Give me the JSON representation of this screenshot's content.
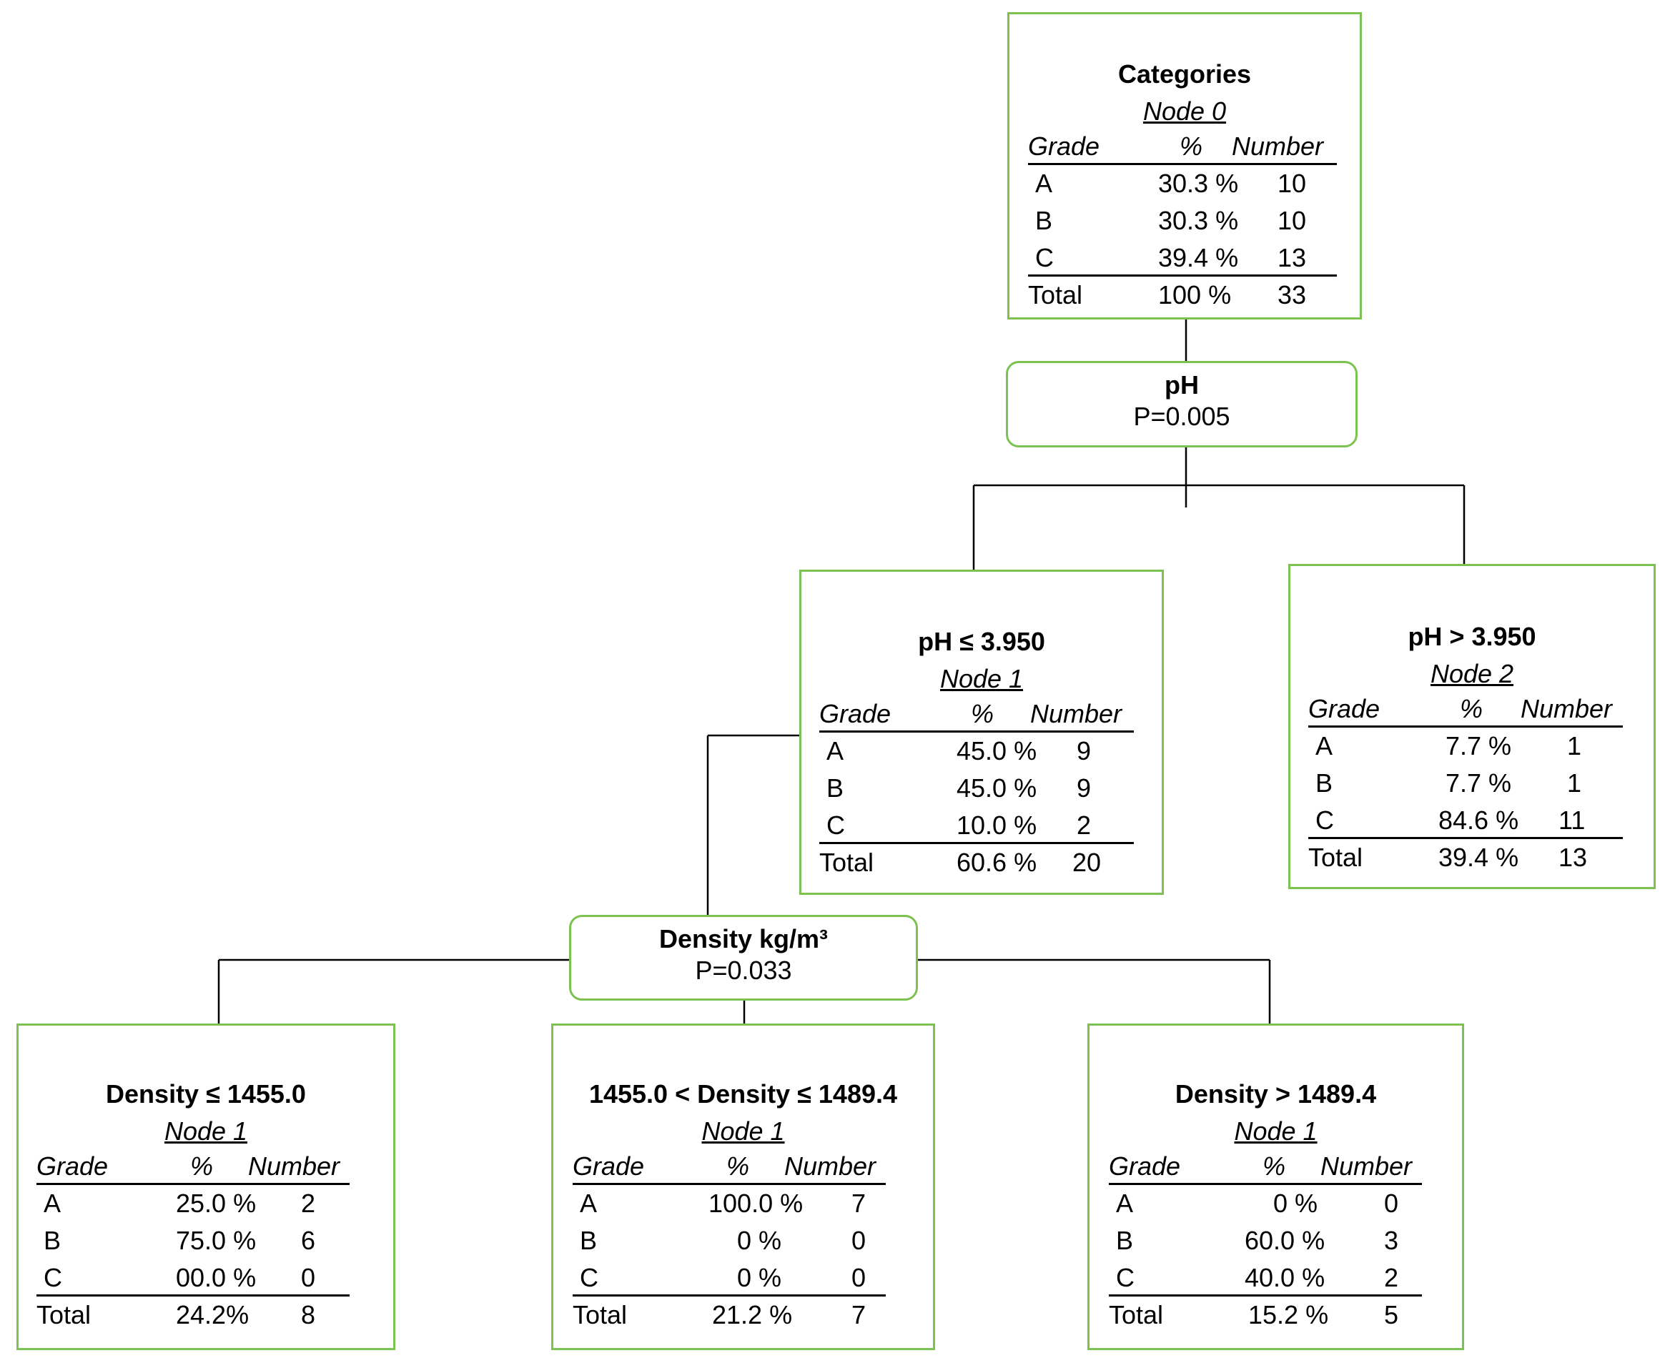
{
  "nodes": {
    "node0": {
      "title": "Categories",
      "label": "Node 0",
      "header": {
        "grade": "Grade",
        "pct": "%",
        "num": "Number"
      },
      "rows": [
        {
          "grade": "A",
          "pct": "30.3 %",
          "num": "10"
        },
        {
          "grade": "B",
          "pct": "30.3 %",
          "num": "10"
        },
        {
          "grade": "C",
          "pct": "39.4 %",
          "num": "13"
        }
      ],
      "total": {
        "grade": "Total",
        "pct": "100  %",
        "num": "33"
      }
    },
    "node1": {
      "title": "pH ≤ 3.950",
      "label": "Node 1",
      "header": {
        "grade": "Grade",
        "pct": "%",
        "num": "Number"
      },
      "rows": [
        {
          "grade": "A",
          "pct": "45.0 %",
          "num": "9"
        },
        {
          "grade": "B",
          "pct": "45.0 %",
          "num": "9"
        },
        {
          "grade": "C",
          "pct": "10.0 %",
          "num": "2"
        }
      ],
      "total": {
        "grade": "Total",
        "pct": "60.6 %",
        "num": "20"
      }
    },
    "node2": {
      "title": "pH > 3.950",
      "label": "Node 2",
      "header": {
        "grade": "Grade",
        "pct": "%",
        "num": "Number"
      },
      "rows": [
        {
          "grade": "A",
          "pct": "7.7 %",
          "num": "1"
        },
        {
          "grade": "B",
          "pct": "7.7 %",
          "num": "1"
        },
        {
          "grade": "C",
          "pct": "84.6 %",
          "num": "11"
        }
      ],
      "total": {
        "grade": "Total",
        "pct": "39.4 %",
        "num": "13"
      }
    },
    "node3": {
      "title": "Density ≤ 1455.0",
      "label": "Node 1",
      "header": {
        "grade": "Grade",
        "pct": "%",
        "num": "Number"
      },
      "rows": [
        {
          "grade": "A",
          "pct": "25.0 %",
          "num": "2"
        },
        {
          "grade": "B",
          "pct": "75.0 %",
          "num": "6"
        },
        {
          "grade": "C",
          "pct": "00.0 %",
          "num": "0"
        }
      ],
      "total": {
        "grade": "Total",
        "pct": "24.2%",
        "num": "8"
      }
    },
    "node4": {
      "title": "1455.0 < Density ≤ 1489.4",
      "label": "Node 1",
      "header": {
        "grade": "Grade",
        "pct": "%",
        "num": "Number"
      },
      "rows": [
        {
          "grade": "A",
          "pct": "100.0 %",
          "num": "7"
        },
        {
          "grade": "B",
          "pct": "0 %",
          "num": "0"
        },
        {
          "grade": "C",
          "pct": "0 %",
          "num": "0"
        }
      ],
      "total": {
        "grade": "Total",
        "pct": "21.2 %",
        "num": "7"
      }
    },
    "node5": {
      "title": "Density > 1489.4",
      "label": "Node 1",
      "header": {
        "grade": "Grade",
        "pct": "%",
        "num": "Number"
      },
      "rows": [
        {
          "grade": "A",
          "pct": "0 %",
          "num": "0"
        },
        {
          "grade": "B",
          "pct": "60.0 %",
          "num": "3"
        },
        {
          "grade": "C",
          "pct": "40.0 %",
          "num": "2"
        }
      ],
      "total": {
        "grade": "Total",
        "pct": "15.2 %",
        "num": "5"
      }
    }
  },
  "splits": {
    "ph": {
      "variable": "pH",
      "p": "P=0.005"
    },
    "density": {
      "variable": "Density kg/m³",
      "p": "P=0.033"
    }
  },
  "colors": {
    "node_border": "#7cc250",
    "connector": "#000000"
  }
}
